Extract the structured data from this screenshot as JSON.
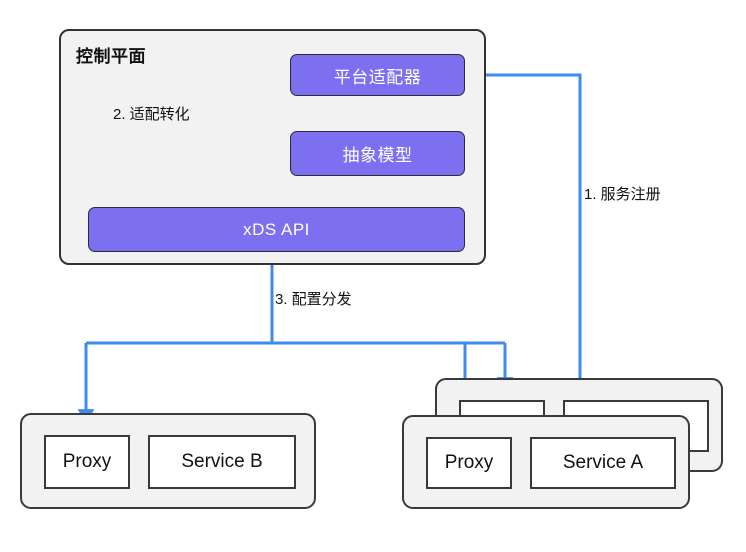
{
  "diagram": {
    "title_hidden": "",
    "colors": {
      "accent_purple": "#7c70f0",
      "edge_blue": "#3d8ceb",
      "panel_gray": "#f2f2f2",
      "stroke_dark": "#3a3a3a",
      "text_dark": "#111111",
      "text_on_purple": "#ffffff"
    }
  },
  "control_plane": {
    "title": "控制平面",
    "components": [
      {
        "id": "platform-adapter",
        "label": "平台适配器"
      },
      {
        "id": "abstract-model",
        "label": "抽象模型"
      },
      {
        "id": "xds-api",
        "label": "xDS API"
      }
    ]
  },
  "edges": [
    {
      "id": "register",
      "label": "1. 服务注册",
      "from": "service-a-pod",
      "to": "platform-adapter"
    },
    {
      "id": "adapt",
      "label": "2. 适配转化",
      "from": "platform-adapter",
      "to": "abstract-model"
    },
    {
      "id": "distribute",
      "label": "3. 配置分发",
      "from": "xds-api",
      "to": "proxies"
    }
  ],
  "data_plane": {
    "pods": [
      {
        "id": "service-b-pod",
        "stacked": false,
        "boxes": [
          {
            "id": "proxy-b",
            "label": "Proxy"
          },
          {
            "id": "service-b",
            "label": "Service B"
          }
        ]
      },
      {
        "id": "service-a-pod",
        "stacked": true,
        "boxes": [
          {
            "id": "proxy-a",
            "label": "Proxy"
          },
          {
            "id": "service-a",
            "label": "Service A"
          }
        ]
      }
    ]
  }
}
